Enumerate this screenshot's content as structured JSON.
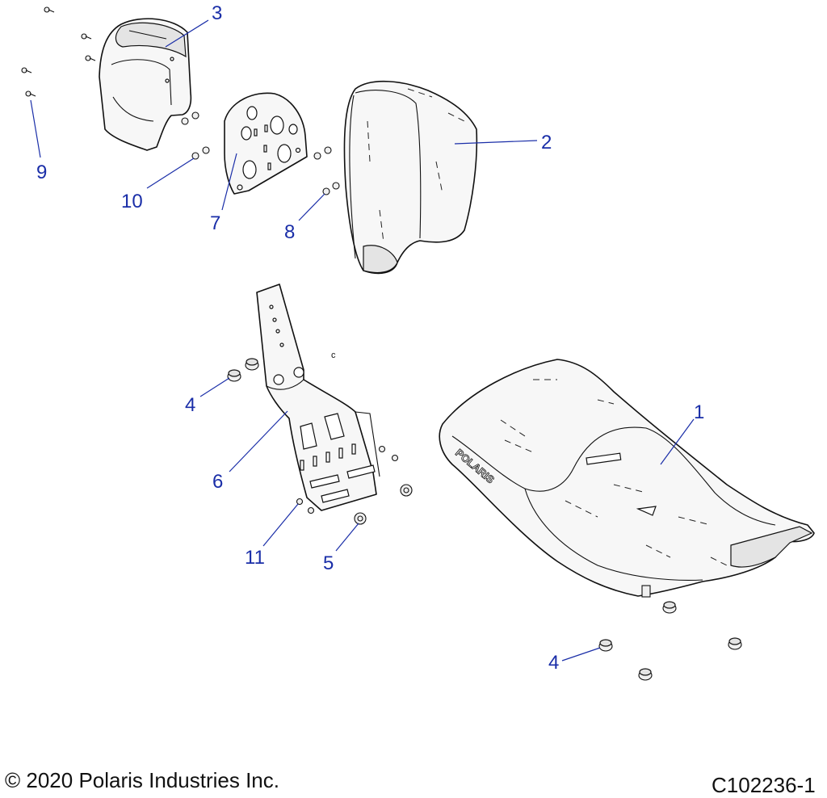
{
  "callouts": [
    {
      "id": "1",
      "label": "1"
    },
    {
      "id": "2",
      "label": "2"
    },
    {
      "id": "3",
      "label": "3"
    },
    {
      "id": "4a",
      "label": "4"
    },
    {
      "id": "4b",
      "label": "4"
    },
    {
      "id": "5",
      "label": "5"
    },
    {
      "id": "6",
      "label": "6"
    },
    {
      "id": "7",
      "label": "7"
    },
    {
      "id": "8",
      "label": "8"
    },
    {
      "id": "9",
      "label": "9"
    },
    {
      "id": "10",
      "label": "10"
    },
    {
      "id": "11",
      "label": "11"
    }
  ],
  "seat_logo_text": "POLARIS",
  "stray_mark": "c",
  "footer": {
    "copyright": "© 2020 Polaris Industries Inc.",
    "drawing_id": "C102236-1"
  },
  "colors": {
    "callout": "#1a2ea8",
    "line": "#111111"
  }
}
